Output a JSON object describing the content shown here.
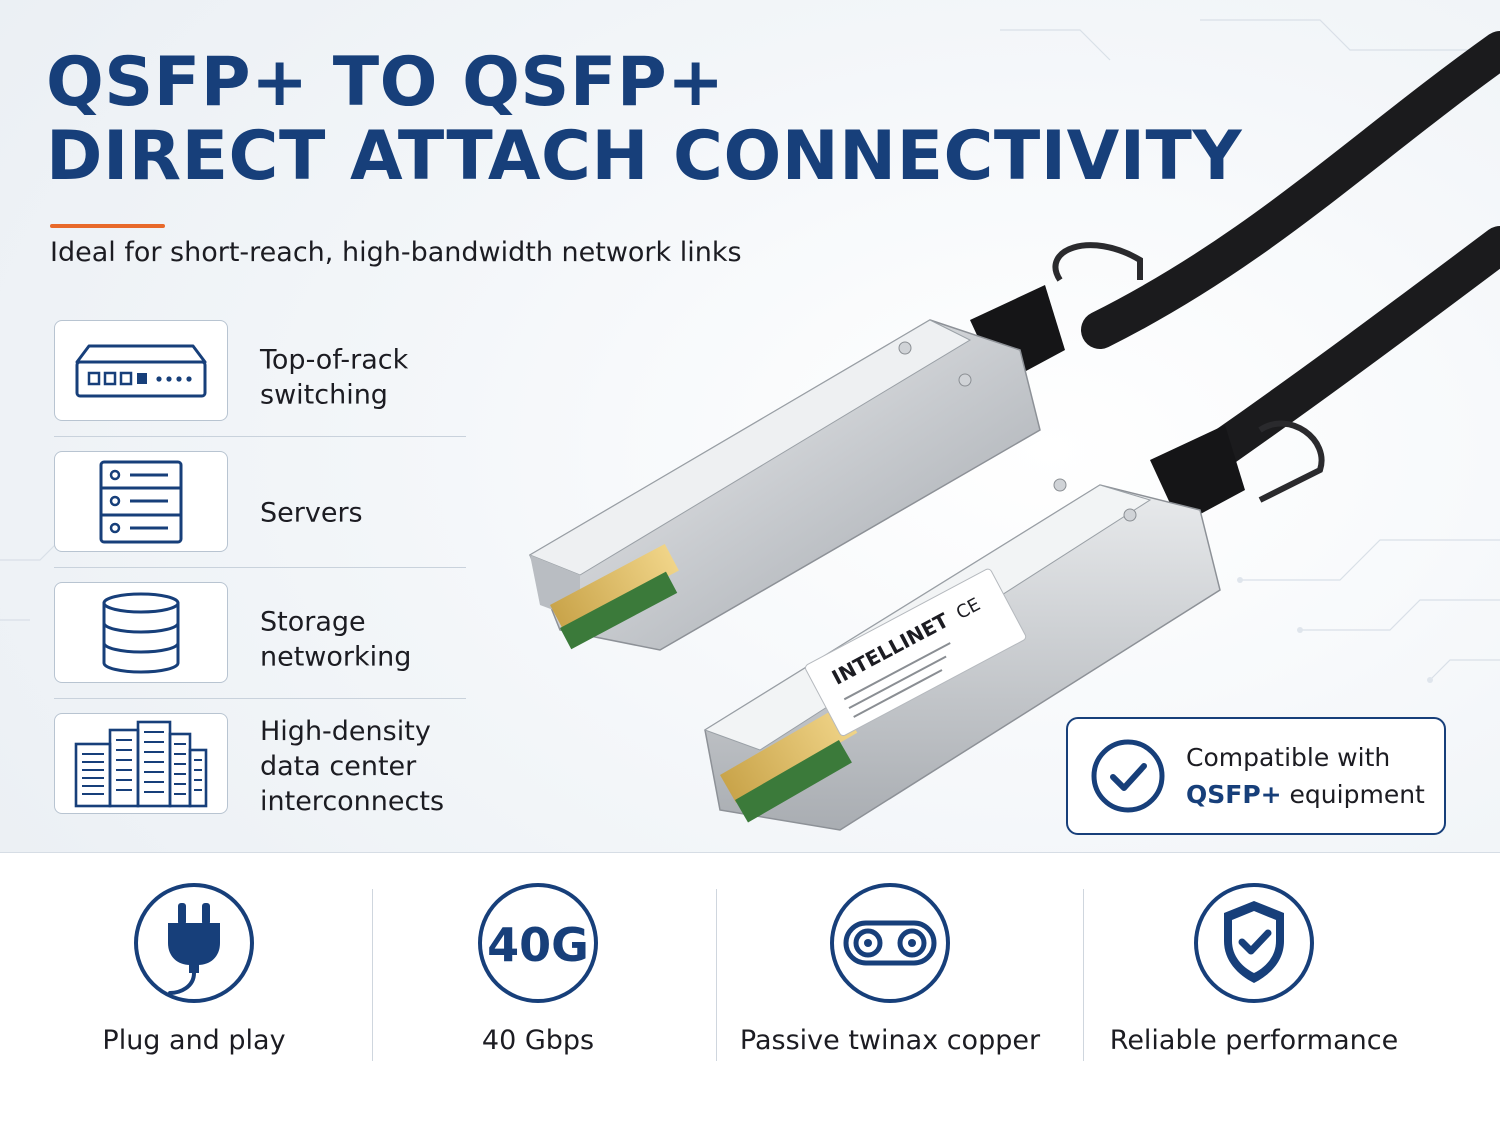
{
  "title": {
    "line1": "QSFP+ TO QSFP+",
    "line2": "DIRECT ATTACH CONNECTIVITY"
  },
  "subtitle": "Ideal for short-reach, high-bandwidth network links",
  "features": [
    {
      "icon": "switch-icon",
      "label": "Top-of-rack\nswitching"
    },
    {
      "icon": "server-rack-icon",
      "label": "Servers"
    },
    {
      "icon": "database-icon",
      "label": "Storage\nnetworking"
    },
    {
      "icon": "data-center-buildings-icon",
      "label": "High-density\ndata center\ninterconnects"
    }
  ],
  "compatibility": {
    "icon": "check-circle-icon",
    "line1": "Compatible with",
    "strong": "QSFP+",
    "rest": " equipment"
  },
  "product_label": {
    "brand": "INTELLINET",
    "mark": "CE"
  },
  "benefits": [
    {
      "icon": "power-plug-icon",
      "label": "Plug and play"
    },
    {
      "icon": "40g-icon",
      "icon_text": "40G",
      "label": "40 Gbps"
    },
    {
      "icon": "twinax-cable-icon",
      "label": "Passive twinax copper"
    },
    {
      "icon": "shield-check-icon",
      "label": "Reliable performance"
    }
  ],
  "colors": {
    "navy": "#173f7a",
    "accent": "#e8692a",
    "text": "#1c1c22"
  }
}
